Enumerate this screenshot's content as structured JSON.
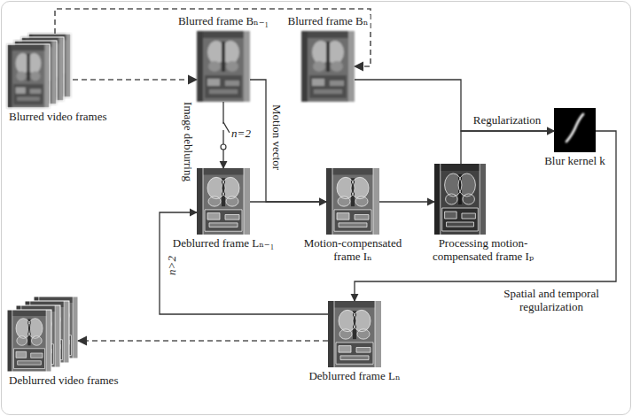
{
  "diagram": {
    "nodes": [
      {
        "text": [
          "Blurred video frames"
        ]
      },
      {
        "text": [
          "Blurred frame Bₙ₋₁"
        ]
      },
      {
        "text": [
          "Blurred frame Bₙ"
        ]
      },
      {
        "text": [
          "Deblurred frame Lₙ₋₁"
        ]
      },
      {
        "text": [
          "Motion-compensated frame Iₙ"
        ]
      },
      {
        "text": [
          "Processing motion-compensated frame Iₚ"
        ]
      },
      {
        "text": [
          "Blur kernel k"
        ]
      },
      {
        "text": [
          "Deblurred frame Lₙ"
        ]
      },
      {
        "text": [
          "Deblurred video frames"
        ]
      }
    ],
    "edges": [
      {
        "from": 0,
        "to": 1,
        "arrow": "to"
      },
      {
        "from": 0,
        "to": 2,
        "arrow": "to"
      },
      {
        "from": 1,
        "to": 3,
        "label": "Image deblurring",
        "arrow": "to"
      },
      {
        "from": 1,
        "to": 4,
        "label": "Motion vector",
        "arrow": "to"
      },
      {
        "from": 3,
        "to": 4,
        "arrow": "to"
      },
      {
        "from": 4,
        "to": 5,
        "arrow": "to"
      },
      {
        "from": 2,
        "to": 6,
        "label": "Regularization",
        "arrow": "to"
      },
      {
        "from": 5,
        "to": 6,
        "arrow": "to"
      },
      {
        "from": 6,
        "to": 7,
        "label": "Spatial and temporal regularization",
        "arrow": "to"
      },
      {
        "from": 7,
        "to": 3,
        "label": "n>2",
        "arrow": "to"
      },
      {
        "from": 7,
        "to": 8,
        "arrow": "to"
      }
    ],
    "labels": [
      "n=2"
    ]
  }
}
